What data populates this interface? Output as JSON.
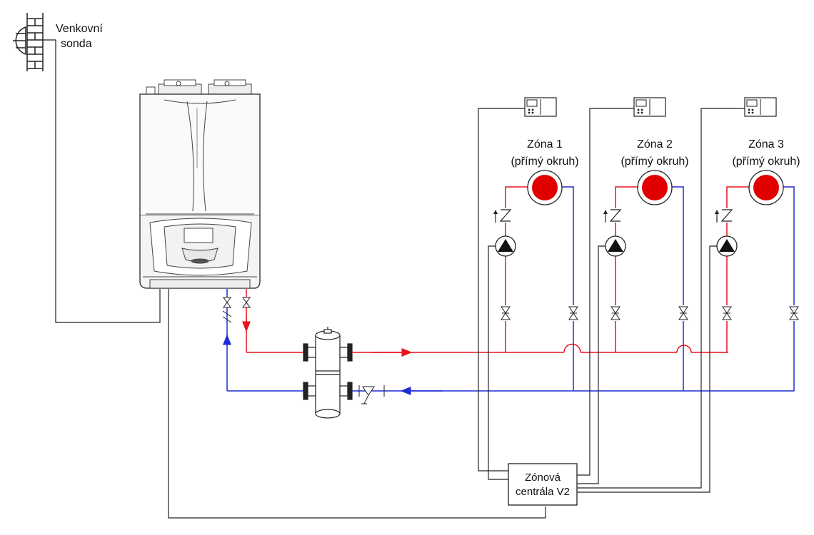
{
  "outdoor_probe": {
    "line1": "Venkovní",
    "line2": "sonda"
  },
  "zones": [
    {
      "title": "Zóna 1",
      "subtitle": "(přímý okruh)"
    },
    {
      "title": "Zóna 2",
      "subtitle": "(přímý okruh)"
    },
    {
      "title": "Zóna 3",
      "subtitle": "(přímý okruh)"
    }
  ],
  "zone_controller": {
    "line1": "Zónová",
    "line2": "centrála V2"
  },
  "colors": {
    "flow": "#e8141b",
    "return": "#1f2bd6",
    "wiring": "#222222"
  }
}
